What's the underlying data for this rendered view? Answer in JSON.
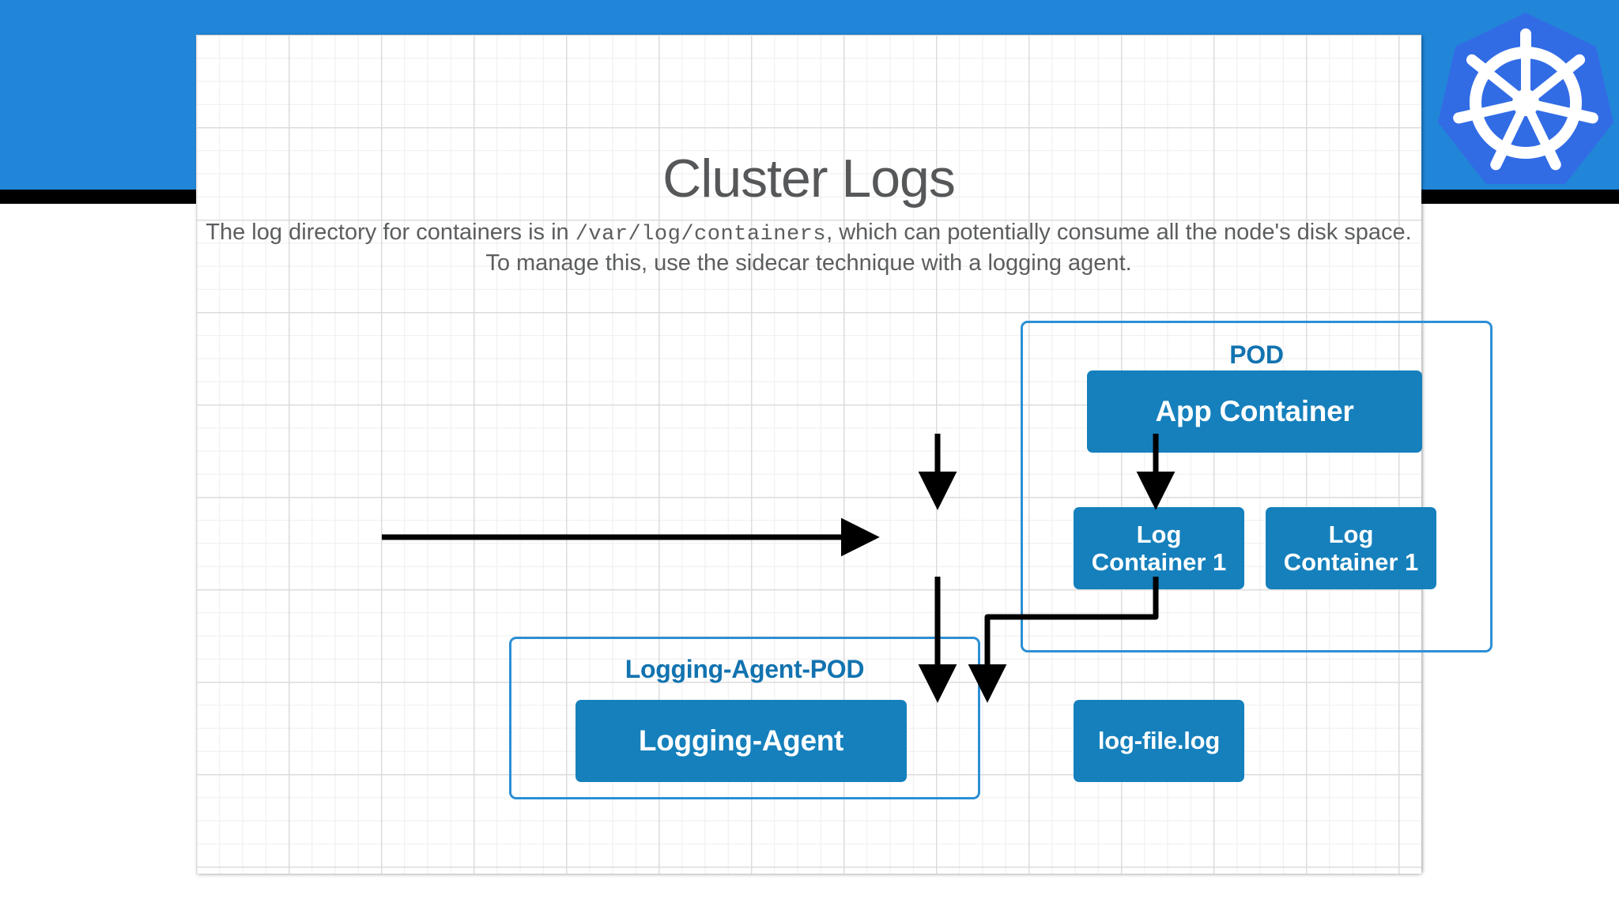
{
  "slide": {
    "title": "Cluster Logs",
    "subtitle_part1": "The log directory for containers is in ",
    "subtitle_path": "/var/log/containers",
    "subtitle_part2": ", which can potentially consume all the node's disk space. To manage this, use the sidecar technique with a logging agent.",
    "logo_name": "kubernetes-logo",
    "banner_color": "#2186d8",
    "accent_color": "#1580bc",
    "pod_border_color": "#2d8fd5",
    "pod_label_color": "#1273b0",
    "title_color": "#555759"
  },
  "diagram": {
    "pod": {
      "label": "POD",
      "app_container": "App Container",
      "log_container_left": "Log\nContainer 1",
      "log_container_left_line1": "Log",
      "log_container_left_line2": "Container 1",
      "log_container_right_line1": "Log",
      "log_container_right_line2": "Container 1"
    },
    "logging_agent_pod": {
      "label": "Logging-Agent-POD",
      "agent": "Logging-Agent"
    },
    "log_file": "log-file.log",
    "edges": [
      {
        "from": "App Container",
        "to": "Log Container 1 (left)",
        "style": "straight-down-arrow"
      },
      {
        "from": "App Container",
        "to": "Log Container 1 (right)",
        "style": "straight-down-arrow"
      },
      {
        "from": "Log Container 1 (left)",
        "to": "log-file.log",
        "style": "straight-down-arrow"
      },
      {
        "from": "Log Container 1 (right)",
        "to": "log-file.log",
        "style": "elbow-down-left-down-arrow"
      },
      {
        "from": "Logging-Agent",
        "to": "log-file.log",
        "style": "straight-right-arrow"
      }
    ]
  }
}
